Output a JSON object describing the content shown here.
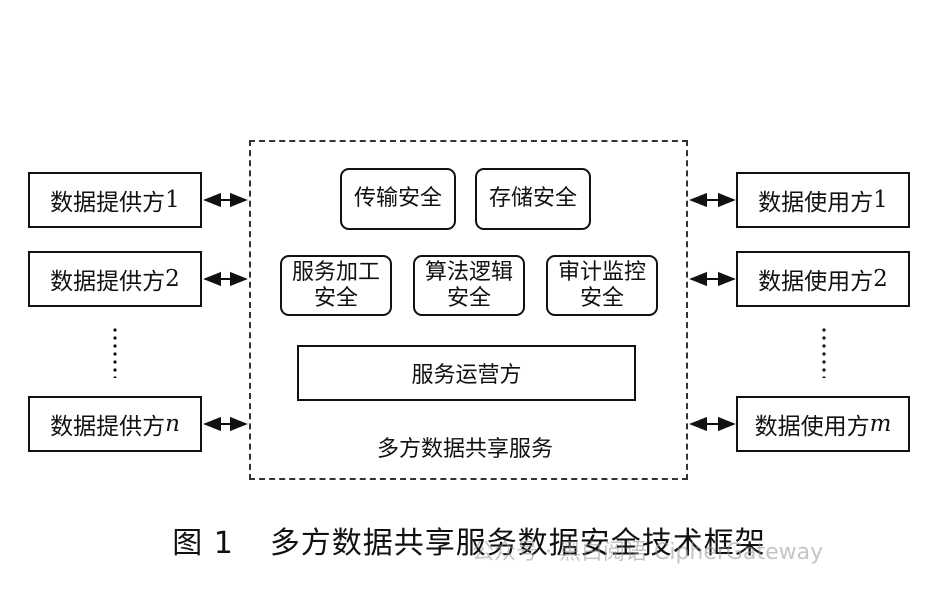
{
  "providers": [
    {
      "label": "数据提供方",
      "suffix": "1"
    },
    {
      "label": "数据提供方",
      "suffix": "2"
    },
    {
      "label": "数据提供方",
      "suffix": "n"
    }
  ],
  "consumers": [
    {
      "label": "数据使用方",
      "suffix": "1"
    },
    {
      "label": "数据使用方",
      "suffix": "2"
    },
    {
      "label": "数据使用方",
      "suffix": "m"
    }
  ],
  "security_modules": {
    "transmission": "传输安全",
    "storage": "存储安全",
    "service_processing": [
      "服务加工",
      "安全"
    ],
    "algorithm_logic": [
      "算法逻辑",
      "安全"
    ],
    "audit_monitoring": [
      "审计监控",
      "安全"
    ]
  },
  "operator": "服务运营方",
  "frame_label": "多方数据共享服务",
  "caption": {
    "figure_number": "图 1",
    "title": "多方数据共享服务数据安全技术框架"
  },
  "watermark": "公众号 · 黑白阅语 CipherGateway"
}
